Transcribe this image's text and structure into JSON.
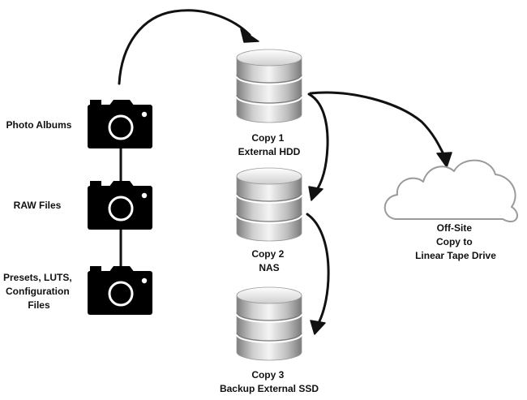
{
  "sources": [
    {
      "lines": [
        "Photo Albums"
      ],
      "icon": "camera-icon"
    },
    {
      "lines": [
        "RAW Files"
      ],
      "icon": "camera-icon"
    },
    {
      "lines": [
        "Presets, LUTS,",
        "Configuration",
        "Files"
      ],
      "icon": "camera-icon"
    }
  ],
  "copies": [
    {
      "lines": [
        "Copy 1",
        "External HDD"
      ],
      "icon": "database-icon"
    },
    {
      "lines": [
        "Copy 2",
        "NAS"
      ],
      "icon": "database-icon"
    },
    {
      "lines": [
        "Copy 3",
        "Backup External SSD"
      ],
      "icon": "database-icon"
    }
  ],
  "offsite": {
    "lines": [
      "Off-Site",
      "Copy to",
      "Linear Tape Drive"
    ],
    "icon": "cloud-icon"
  },
  "colors": {
    "ink": "#111111",
    "cloud_stroke": "#9a9a9a",
    "cylinder_light": "#f2f2f2",
    "cylinder_dark": "#8e8e8e"
  }
}
